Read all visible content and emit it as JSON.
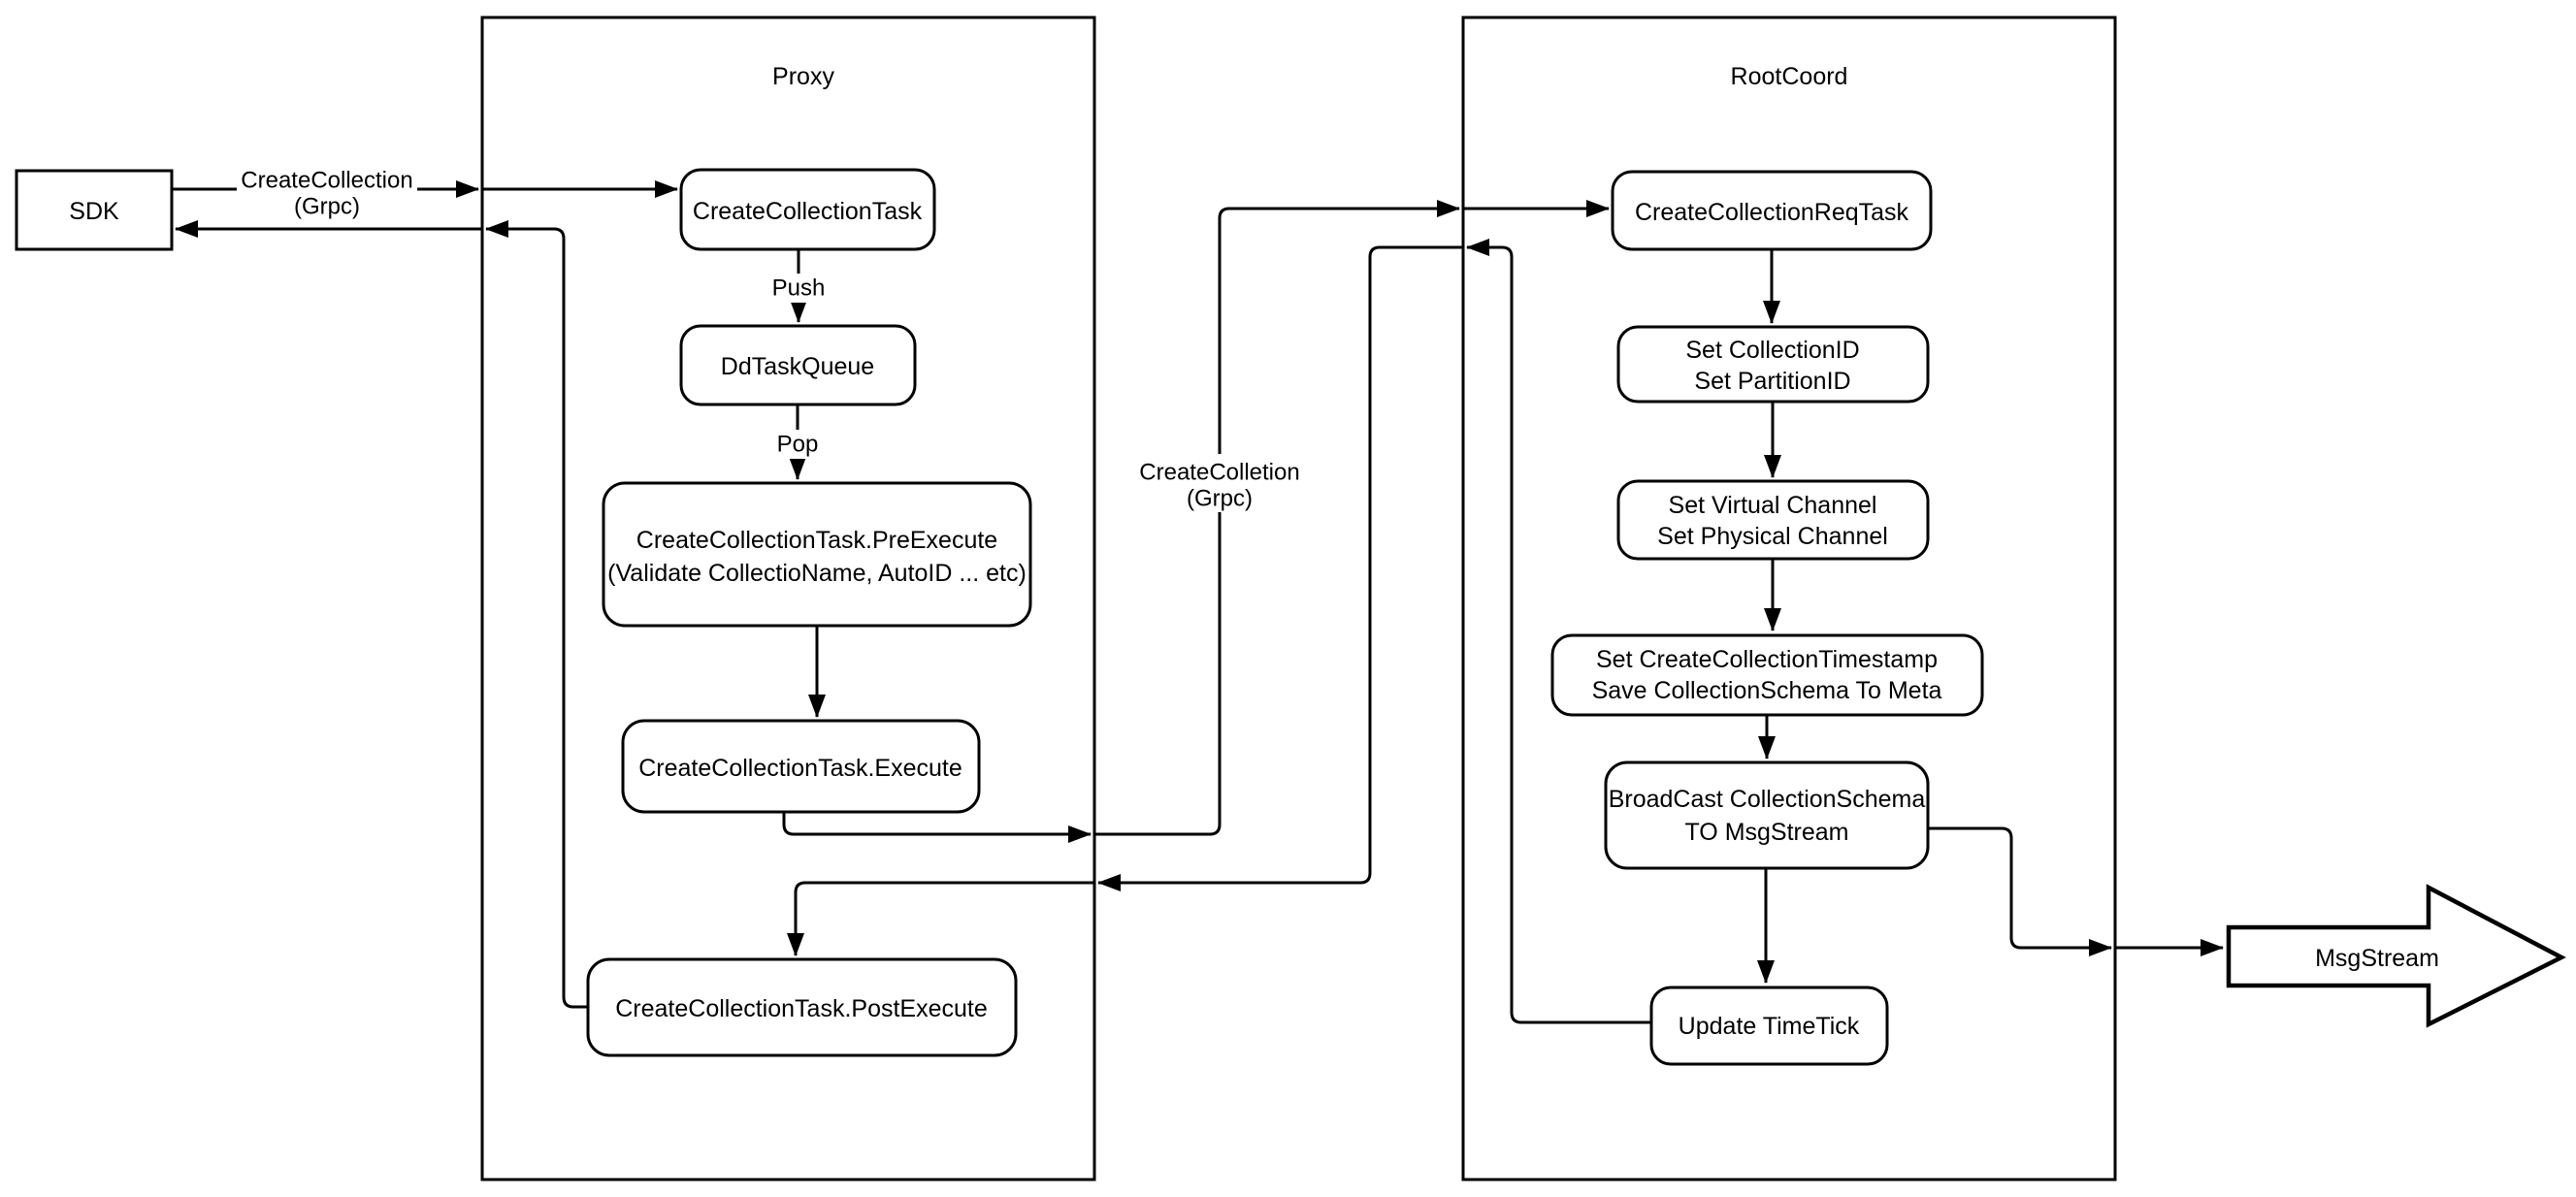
{
  "diagram": {
    "colors": {
      "stroke": "#000000",
      "background": "#ffffff"
    },
    "containers": {
      "proxy": {
        "title": "Proxy"
      },
      "rootcoord": {
        "title": "RootCoord"
      }
    },
    "nodes": {
      "sdk": {
        "label": "SDK"
      },
      "create_collection_task": {
        "label": "CreateCollectionTask"
      },
      "dd_task_queue": {
        "label": "DdTaskQueue"
      },
      "pre_execute": {
        "line1": "CreateCollectionTask.PreExecute",
        "line2": "(Validate CollectioName, AutoID ... etc)"
      },
      "execute": {
        "label": "CreateCollectionTask.Execute"
      },
      "post_execute": {
        "label": "CreateCollectionTask.PostExecute"
      },
      "create_collection_req_task": {
        "label": "CreateCollectionReqTask"
      },
      "set_ids": {
        "line1": "Set CollectionID",
        "line2": "Set PartitionID"
      },
      "set_channels": {
        "line1": "Set Virtual Channel",
        "line2": "Set Physical Channel"
      },
      "set_timestamp": {
        "line1": "Set CreateCollectionTimestamp",
        "line2": "Save CollectionSchema To Meta"
      },
      "broadcast": {
        "line1": "BroadCast CollectionSchema",
        "line2": "TO MsgStream"
      },
      "update_timetick": {
        "label": "Update TimeTick"
      },
      "msgstream": {
        "label": "MsgStream"
      }
    },
    "edge_labels": {
      "sdk_grpc": {
        "line1": "CreateCollection",
        "line2": "(Grpc)"
      },
      "push": "Push",
      "pop": "Pop",
      "proxy_grpc": {
        "line1": "CreateColletion",
        "line2": "(Grpc)"
      }
    }
  }
}
